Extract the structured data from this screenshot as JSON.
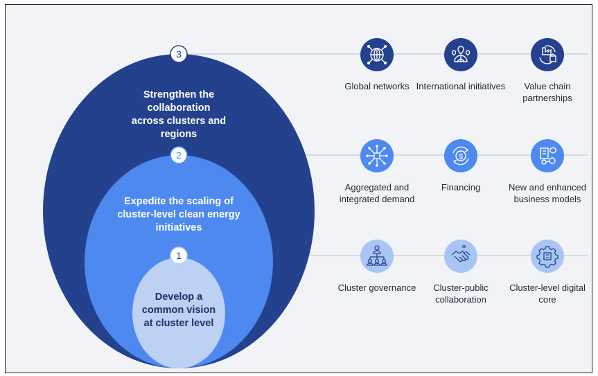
{
  "levels": [
    {
      "number": "3",
      "title": "Strengthen the collaboration across clusters and regions",
      "color": "#24418e"
    },
    {
      "number": "2",
      "title": "Expedite the scaling of cluster-level clean energy initiatives",
      "color": "#4d89ef"
    },
    {
      "number": "1",
      "title": "Develop a common vision at cluster level",
      "color": "#bcd1f4"
    }
  ],
  "rows": [
    {
      "items": [
        {
          "label": "Global networks",
          "icon": "globe-network-icon",
          "color": "#24418e"
        },
        {
          "label": "International initiatives",
          "icon": "globe-pin-icon",
          "color": "#24418e"
        },
        {
          "label": "Value chain partnerships",
          "icon": "factory-cycle-icon",
          "color": "#24418e"
        }
      ]
    },
    {
      "items": [
        {
          "label": "Aggregated and integrated demand",
          "icon": "aggregation-icon",
          "color": "#4d89ef"
        },
        {
          "label": "Financing",
          "icon": "dollar-cycle-icon",
          "color": "#4d89ef"
        },
        {
          "label": "New and enhanced business models",
          "icon": "business-model-icon",
          "color": "#4d89ef"
        }
      ]
    },
    {
      "items": [
        {
          "label": "Cluster governance",
          "icon": "org-chart-icon",
          "color": "#a9c5f3"
        },
        {
          "label": "Cluster-public collaboration",
          "icon": "handshake-icon",
          "color": "#a9c5f3"
        },
        {
          "label": "Cluster-level digital core",
          "icon": "gear-chip-icon",
          "color": "#a9c5f3"
        }
      ]
    }
  ]
}
